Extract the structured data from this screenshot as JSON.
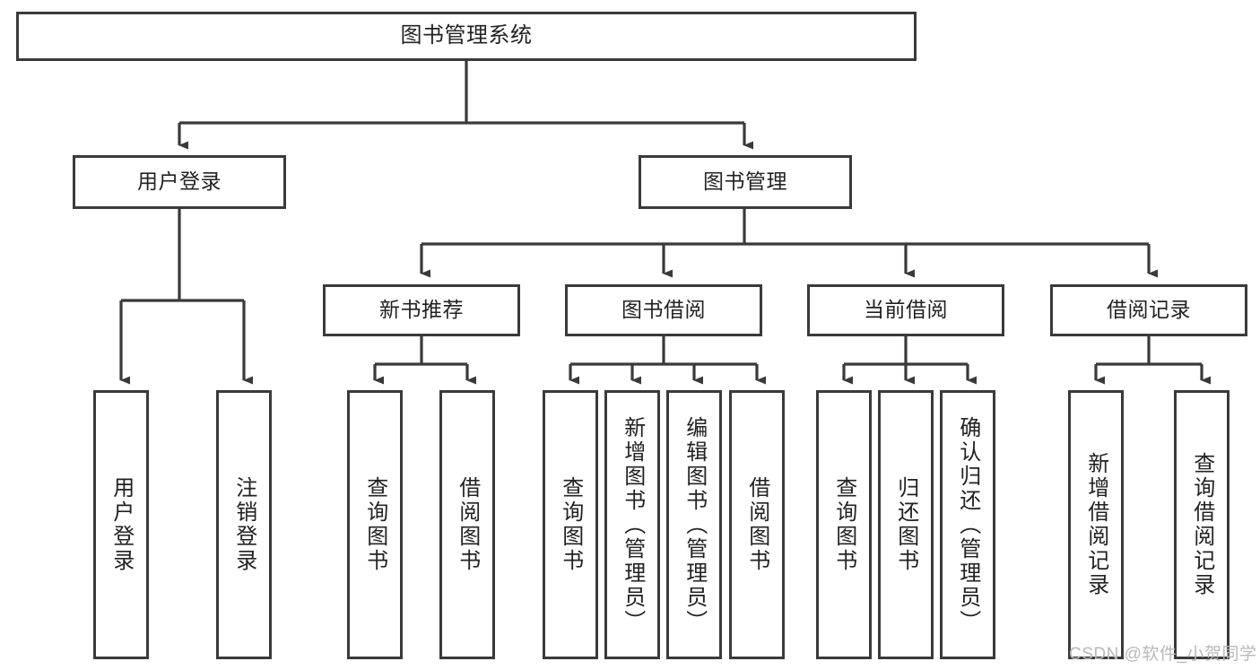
{
  "diagram": {
    "title": "图书管理系统",
    "watermark": "CSDN @软件_小贺同学",
    "style": {
      "box_border_color": "#3a3a3a",
      "box_fill_color": "#ffffff",
      "edge_color": "#3a3a3a",
      "background_color": "#ffffff",
      "watermark_color": "#b9b9b9"
    },
    "nodes": {
      "root": {
        "label": "图书管理系统"
      },
      "level1": [
        {
          "id": "user-login",
          "label": "用户登录"
        },
        {
          "id": "book-manage",
          "label": "图书管理"
        }
      ],
      "level2": [
        {
          "id": "new-book-recommend",
          "label": "新书推荐"
        },
        {
          "id": "book-borrow",
          "label": "图书借阅"
        },
        {
          "id": "current-borrow",
          "label": "当前借阅"
        },
        {
          "id": "borrow-record",
          "label": "借阅记录"
        }
      ],
      "leaves": [
        {
          "id": "leaf-user-login",
          "label": "用户登录",
          "parent": "user-login"
        },
        {
          "id": "leaf-logout",
          "label": "注销登录",
          "parent": "user-login"
        },
        {
          "id": "leaf-query-book-1",
          "label": "查询图书",
          "parent": "new-book-recommend"
        },
        {
          "id": "leaf-borrow-book-1",
          "label": "借阅图书",
          "parent": "new-book-recommend"
        },
        {
          "id": "leaf-query-book-2",
          "label": "查询图书",
          "parent": "book-borrow"
        },
        {
          "id": "leaf-add-book",
          "label": "新增图书（管理员）",
          "parent": "book-borrow"
        },
        {
          "id": "leaf-edit-book",
          "label": "编辑图书（管理员）",
          "parent": "book-borrow"
        },
        {
          "id": "leaf-borrow-book-2",
          "label": "借阅图书",
          "parent": "book-borrow"
        },
        {
          "id": "leaf-query-book-3",
          "label": "查询图书",
          "parent": "current-borrow"
        },
        {
          "id": "leaf-return-book",
          "label": "归还图书",
          "parent": "current-borrow"
        },
        {
          "id": "leaf-confirm-return",
          "label": "确认归还（管理员）",
          "parent": "current-borrow"
        },
        {
          "id": "leaf-add-record",
          "label": "新增借阅记录",
          "parent": "borrow-record"
        },
        {
          "id": "leaf-query-record",
          "label": "查询借阅记录",
          "parent": "borrow-record"
        }
      ]
    }
  }
}
